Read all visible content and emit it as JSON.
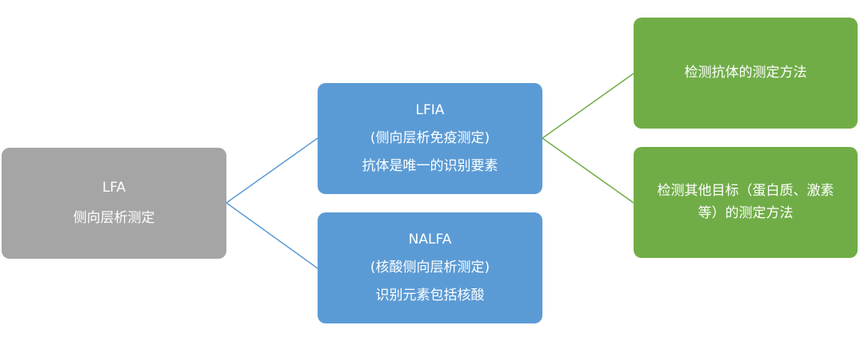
{
  "nodes": {
    "lfa": {
      "line1": "LFA",
      "line2": "侧向层析测定"
    },
    "lfia": {
      "line1": "LFIA",
      "line2": "(侧向层析免疫测定)",
      "line3": "抗体是唯一的识别要素"
    },
    "nalfa": {
      "line1": "NALFA",
      "line2": "(核酸侧向层析测定)",
      "line3": "识别元素包括核酸"
    },
    "antibody_method": {
      "line1": "检测抗体的测定方法"
    },
    "other_targets": {
      "line1": "检测其他目标（蛋白质、激素",
      "line2": "等）的测定方法"
    }
  },
  "colors": {
    "root": "#a5a5a5",
    "level1": "#5b9bd5",
    "level2": "#70ad47",
    "connector_blue": "#5b9bd5",
    "connector_green": "#70ad47"
  }
}
